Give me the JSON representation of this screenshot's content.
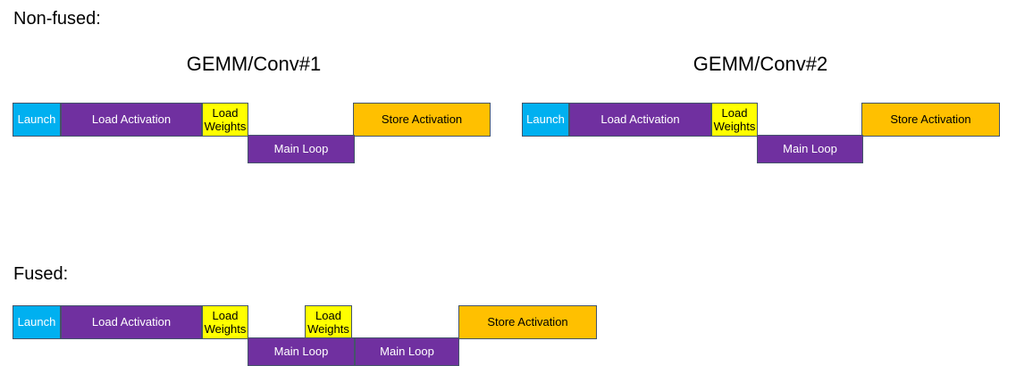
{
  "diagram": {
    "title_nonfused": "Non-fused:",
    "title_fused": "Fused:",
    "colors": {
      "launch": "#00B0F0",
      "load_activation": "#7030A0",
      "load_weights": "#FFFF00",
      "main_loop": "#7030A0",
      "store_activation": "#FFC000",
      "border": "#44546A",
      "background": "#FFFFFF"
    },
    "labels": {
      "launch": "Launch",
      "load_activation": "Load Activation",
      "load_weights": "Load\nWeights",
      "load_weights_line1": "Load",
      "load_weights_line2": "Weights",
      "main_loop": "Main Loop",
      "store_activation": "Store Activation"
    },
    "nonfused": {
      "groups": [
        {
          "title": "GEMM/Conv#1",
          "bars": [
            {
              "label": "Launch",
              "kind": "launch"
            },
            {
              "label": "Load Activation",
              "kind": "load-act"
            },
            {
              "label": "Load Weights",
              "kind": "load-wt"
            },
            {
              "label": "Main Loop",
              "kind": "main-loop"
            },
            {
              "label": "Store Activation",
              "kind": "store-act"
            }
          ]
        },
        {
          "title": "GEMM/Conv#2",
          "bars": [
            {
              "label": "Launch",
              "kind": "launch"
            },
            {
              "label": "Load Activation",
              "kind": "load-act"
            },
            {
              "label": "Load Weights",
              "kind": "load-wt"
            },
            {
              "label": "Main Loop",
              "kind": "main-loop"
            },
            {
              "label": "Store Activation",
              "kind": "store-act"
            }
          ]
        }
      ]
    },
    "fused": {
      "bars": [
        {
          "label": "Launch",
          "kind": "launch"
        },
        {
          "label": "Load Activation",
          "kind": "load-act"
        },
        {
          "label": "Load Weights",
          "kind": "load-wt"
        },
        {
          "label": "Load Weights",
          "kind": "load-wt"
        },
        {
          "label": "Main Loop",
          "kind": "main-loop"
        },
        {
          "label": "Main Loop",
          "kind": "main-loop"
        },
        {
          "label": "Store Activation",
          "kind": "store-act"
        }
      ]
    }
  }
}
